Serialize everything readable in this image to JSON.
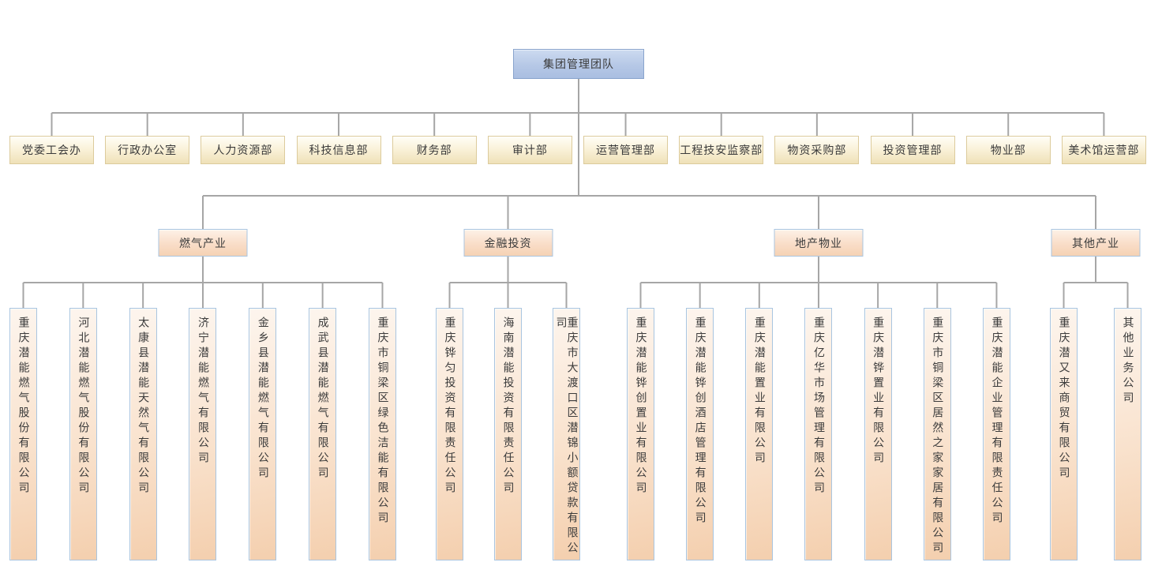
{
  "root": {
    "label": "集团管理团队"
  },
  "departments": [
    "党委工会办",
    "行政办公室",
    "人力资源部",
    "科技信息部",
    "财务部",
    "审计部",
    "运营管理部",
    "工程技安监察部",
    "物资采购部",
    "投资管理部",
    "物业部",
    "美术馆运营部"
  ],
  "groups": [
    {
      "category": "燃气产业",
      "companies": [
        "重庆潜能燃气股份有限公司",
        "河北潜能燃气股份有限公司",
        "太康县潜能天然气有限公司",
        "济宁潜能燃气有限公司",
        "金乡县潜能燃气有限公司",
        "成武县潜能燃气有限公司",
        "重庆市铜梁区绿色洁能有限公司"
      ]
    },
    {
      "category": "金融投资",
      "companies": [
        "重庆铧匀投资有限责任公司",
        "海南潜能投资有限责任公司",
        "重庆市大渡口区潜锦小额贷款有限公司"
      ]
    },
    {
      "category": "地产物业",
      "companies": [
        "重庆潜能铧创置业有限公司",
        "重庆潜能铧创酒店管理有限公司",
        "重庆潜能置业有限公司",
        "重庆亿华市场管理有限公司",
        "重庆潜铧置业有限公司",
        "重庆市铜梁区居然之家家居有限公司",
        "重庆潜能企业管理有限责任公司"
      ]
    },
    {
      "category": "其他产业",
      "companies": [
        "重庆潜又来商贸有限公司",
        "其他业务公司"
      ]
    }
  ],
  "colors": {
    "root_fill_top": "#ccdaf0",
    "root_fill_bottom": "#a9bee1",
    "root_border": "#89a4cd",
    "dept_fill_top": "#fffef7",
    "dept_fill_bottom": "#efe1b8",
    "dept_border": "#dccb9c",
    "peach_fill_top": "#fdf1e7",
    "peach_fill_bottom": "#f4cfae",
    "peach_border": "#a9c5e0",
    "connector": "#a6a6a6",
    "text": "#3b3b3b",
    "background": "#ffffff"
  }
}
